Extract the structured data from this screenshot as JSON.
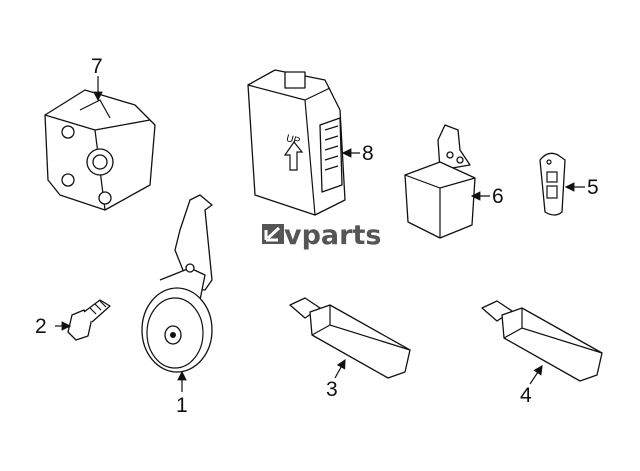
{
  "logo": {
    "text": "vparts",
    "mark": "ᒪ"
  },
  "callouts": [
    {
      "number": "1",
      "part": "horn"
    },
    {
      "number": "2",
      "part": "bolt"
    },
    {
      "number": "3",
      "part": "antenna"
    },
    {
      "number": "4",
      "part": "antenna"
    },
    {
      "number": "5",
      "part": "key-fob"
    },
    {
      "number": "6",
      "part": "relay"
    },
    {
      "number": "7",
      "part": "actuator"
    },
    {
      "number": "8",
      "part": "control-module"
    }
  ],
  "module_marking": "UP",
  "colors": {
    "line": "#111111",
    "logo": "#555555"
  }
}
